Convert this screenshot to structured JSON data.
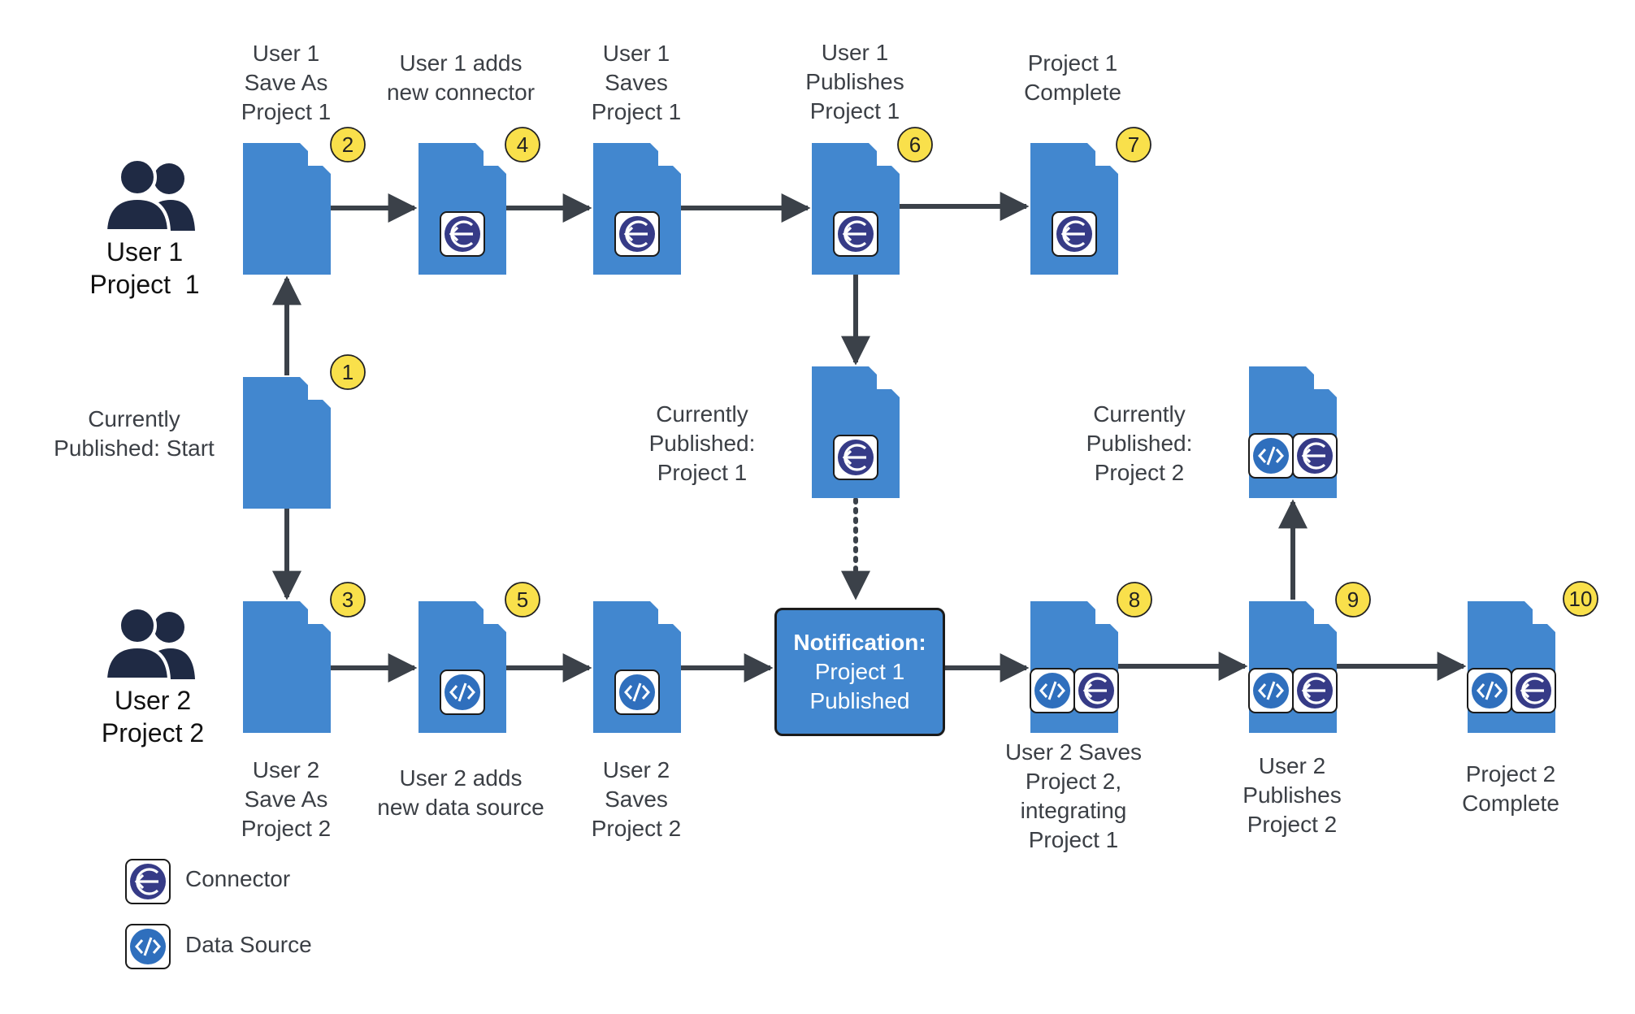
{
  "users": {
    "user1": "User 1\nProject  1",
    "user2": "User 2\nProject 2"
  },
  "steps": {
    "start": "Currently\nPublished: Start",
    "s2": "User 1\nSave As\nProject 1",
    "s4": "User 1 adds\nnew connector",
    "s1saves": "User 1\nSaves\nProject 1",
    "s6": "User 1\nPublishes\nProject 1",
    "s7": "Project 1\nComplete",
    "pub1": "Currently\nPublished:\nProject 1",
    "pub2": "Currently\nPublished:\nProject 2",
    "s3": "User 2\nSave As\nProject 2",
    "s5": "User 2 adds\nnew data source",
    "s2saves": "User 2\nSaves\nProject 2",
    "s8": "User 2 Saves\nProject 2,\nintegrating\nProject 1",
    "s9": "User 2\nPublishes\nProject 2",
    "s10": "Project 2\nComplete"
  },
  "badges": [
    "1",
    "2",
    "3",
    "4",
    "5",
    "6",
    "7",
    "8",
    "9",
    "10"
  ],
  "notification": {
    "title": "Notification:",
    "line1": "Project 1",
    "line2": "Published"
  },
  "legend": {
    "connector": "Connector",
    "datasource": "Data Source"
  },
  "colors": {
    "doc_blue": "#4287cf",
    "doc_fold": "#ffffff",
    "arrow": "#3b4149",
    "badge": "#f9e04b",
    "icon_navy": "#363b87",
    "icon_blue": "#2f6fbd",
    "user_icon": "#1f2a44"
  },
  "icons": {
    "user": "users-icon",
    "connector": "connector-icon",
    "datasource": "data-source-icon",
    "document": "document-icon"
  }
}
